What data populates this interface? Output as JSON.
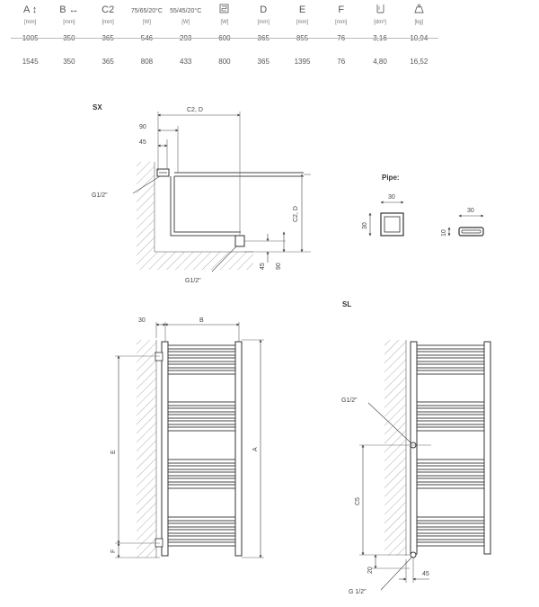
{
  "table": {
    "headers": [
      {
        "symbol": "A ↕",
        "unit": "[mm]",
        "icon": ""
      },
      {
        "symbol": "B ↔",
        "unit": "[mm]",
        "icon": ""
      },
      {
        "symbol": "C2",
        "unit": "[mm]",
        "icon": ""
      },
      {
        "symbol": "75/65/20°C",
        "unit": "[W]",
        "icon": ""
      },
      {
        "symbol": "55/45/20°C",
        "unit": "[W]",
        "icon": ""
      },
      {
        "symbol": "",
        "unit": "[W]",
        "icon": "heating-element-icon"
      },
      {
        "symbol": "D",
        "unit": "[mm]",
        "icon": ""
      },
      {
        "symbol": "E",
        "unit": "[mm]",
        "icon": ""
      },
      {
        "symbol": "F",
        "unit": "[mm]",
        "icon": ""
      },
      {
        "symbol": "",
        "unit": "[dm³]",
        "icon": "water-volume-icon"
      },
      {
        "symbol": "",
        "unit": "[kg]",
        "icon": "weight-icon"
      }
    ],
    "rows": [
      [
        "1005",
        "350",
        "365",
        "546",
        "293",
        "600",
        "365",
        "855",
        "76",
        "3,16",
        "10,94"
      ],
      [
        "1545",
        "350",
        "365",
        "808",
        "433",
        "800",
        "365",
        "1395",
        "76",
        "4,80",
        "16,52"
      ]
    ]
  },
  "sx": {
    "title": "SX",
    "dim_top": "C2, D",
    "dim_90": "90",
    "dim_45": "45",
    "thread_upper": "G1/2\"",
    "thread_lower": "G1/2\"",
    "dim_side": "C2, D",
    "dim_v45": "45",
    "dim_v90": "90"
  },
  "pipe": {
    "title": "Pipe:",
    "square_w": "30",
    "square_h": "30",
    "flat_w": "30",
    "flat_h": "10"
  },
  "front": {
    "dim_30": "30",
    "dim_b": "B",
    "dim_e": "E",
    "dim_a": "A",
    "dim_f": "F"
  },
  "sl": {
    "title": "SL",
    "thread_upper": "G1/2\"",
    "dim_c5": "C5",
    "dim_20": "20",
    "dim_45": "45",
    "thread_lower": "G 1/2\""
  }
}
